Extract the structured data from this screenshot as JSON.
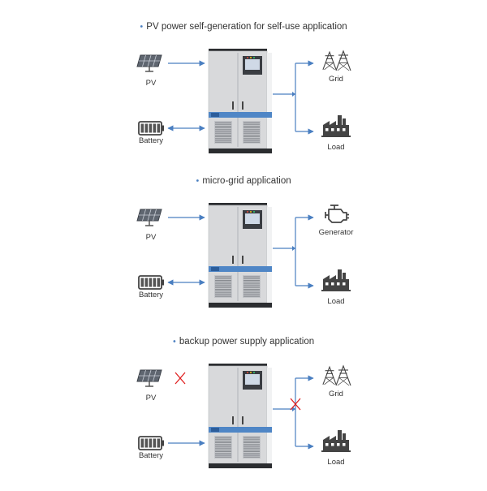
{
  "colors": {
    "arrow": "#4a7fc1",
    "cross": "#e02020",
    "cabinet_body": "#d8d9db",
    "cabinet_dark": "#2b2d30",
    "band": "#4f86c6"
  },
  "sections": [
    {
      "title": "PV power self-generation for self-use application",
      "sources": [
        {
          "label": "PV",
          "icon": "solar-panel-icon",
          "link": "one-way"
        },
        {
          "label": "Battery",
          "icon": "battery-icon",
          "link": "two-way"
        }
      ],
      "outputs": [
        {
          "label": "Grid",
          "icon": "power-tower-icon"
        },
        {
          "label": "Load",
          "icon": "factory-icon"
        }
      ],
      "blocked": []
    },
    {
      "title": "micro-grid application",
      "sources": [
        {
          "label": "PV",
          "icon": "solar-panel-icon",
          "link": "one-way"
        },
        {
          "label": "Battery",
          "icon": "battery-icon",
          "link": "two-way"
        }
      ],
      "outputs": [
        {
          "label": "Generator",
          "icon": "engine-icon"
        },
        {
          "label": "Load",
          "icon": "factory-icon"
        }
      ],
      "blocked": []
    },
    {
      "title": "backup power supply application",
      "sources": [
        {
          "label": "PV",
          "icon": "solar-panel-icon",
          "link": "blocked"
        },
        {
          "label": "Battery",
          "icon": "battery-icon",
          "link": "one-way"
        }
      ],
      "outputs": [
        {
          "label": "Grid",
          "icon": "power-tower-icon"
        },
        {
          "label": "Load",
          "icon": "factory-icon"
        }
      ],
      "blocked": [
        "pv-link",
        "grid-link"
      ]
    }
  ]
}
